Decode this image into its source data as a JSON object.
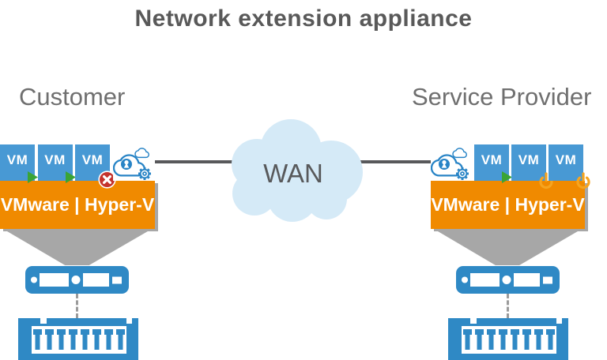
{
  "title": "Network extension appliance",
  "wan": {
    "label": "WAN"
  },
  "customer": {
    "label": "Customer",
    "hypervisor_label": "VMware | Hyper-V",
    "vms": [
      {
        "label": "VM",
        "status": "running",
        "status_icon": "play-icon"
      },
      {
        "label": "VM",
        "status": "running",
        "status_icon": "play-icon"
      },
      {
        "label": "VM",
        "status": "error",
        "status_icon": "error-icon"
      }
    ],
    "appliance_icon": "cloud-lock-gear-icon",
    "devices": [
      "switch-device",
      "patch-panel-device"
    ]
  },
  "service_provider": {
    "label": "Service Provider",
    "hypervisor_label": "VMware | Hyper-V",
    "vms": [
      {
        "label": "VM",
        "status": "running",
        "status_icon": "play-icon"
      },
      {
        "label": "VM",
        "status": "standby",
        "status_icon": "power-icon"
      },
      {
        "label": "VM",
        "status": "standby",
        "status_icon": "power-icon"
      }
    ],
    "appliance_icon": "cloud-lock-gear-icon",
    "devices": [
      "switch-device",
      "patch-panel-device"
    ]
  },
  "colors": {
    "title_gray": "#595959",
    "label_gray": "#6f6f6f",
    "vm_blue": "#4899d4",
    "hypervisor_orange": "#f08a00",
    "funnel_gray": "#a7a7a7",
    "device_blue": "#2f89c5",
    "cloud_fill": "#d5eaf7",
    "line_gray": "#58595b",
    "icon_blue": "#2884c6",
    "running_green": "#3aa435",
    "error_red": "#c4332d",
    "power_orange": "#f6a41f"
  }
}
